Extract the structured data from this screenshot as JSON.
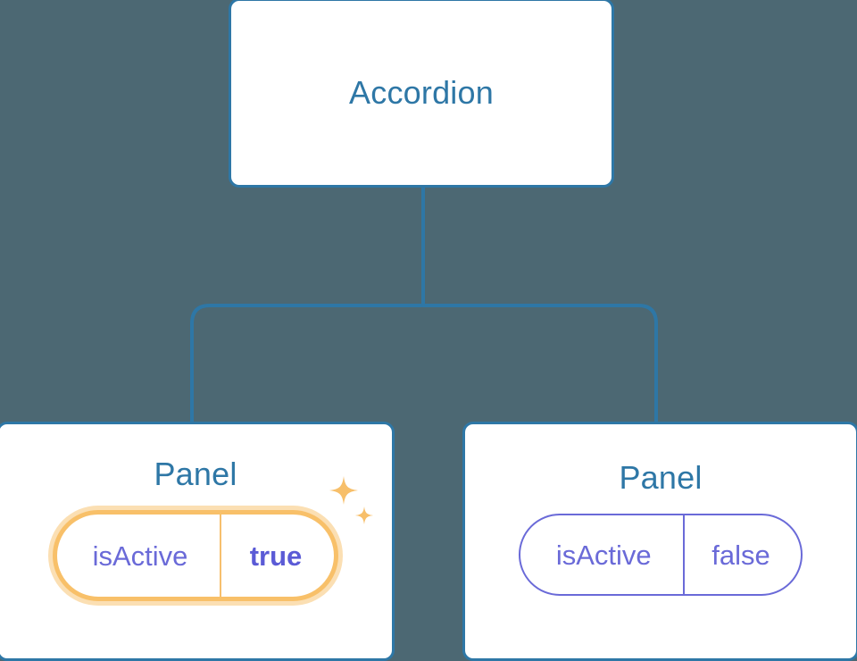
{
  "diagram": {
    "type": "component-tree",
    "background_color": "#4c6873",
    "node_border_color": "#2e77a6",
    "node_title_color": "#2e77a6",
    "connector_color": "#2e77a6",
    "prop_color": "#6a6ad8",
    "highlight_color": "#f8c069",
    "highlight_glow_color": "#fbdfb3",
    "highlight_value_color": "#5b5bd6"
  },
  "root": {
    "title": "Accordion"
  },
  "children": [
    {
      "title": "Panel",
      "highlighted": true,
      "prop": {
        "key": "isActive",
        "value": "true"
      },
      "sparkle_icon": "sparkles-icon"
    },
    {
      "title": "Panel",
      "highlighted": false,
      "prop": {
        "key": "isActive",
        "value": "false"
      }
    }
  ]
}
